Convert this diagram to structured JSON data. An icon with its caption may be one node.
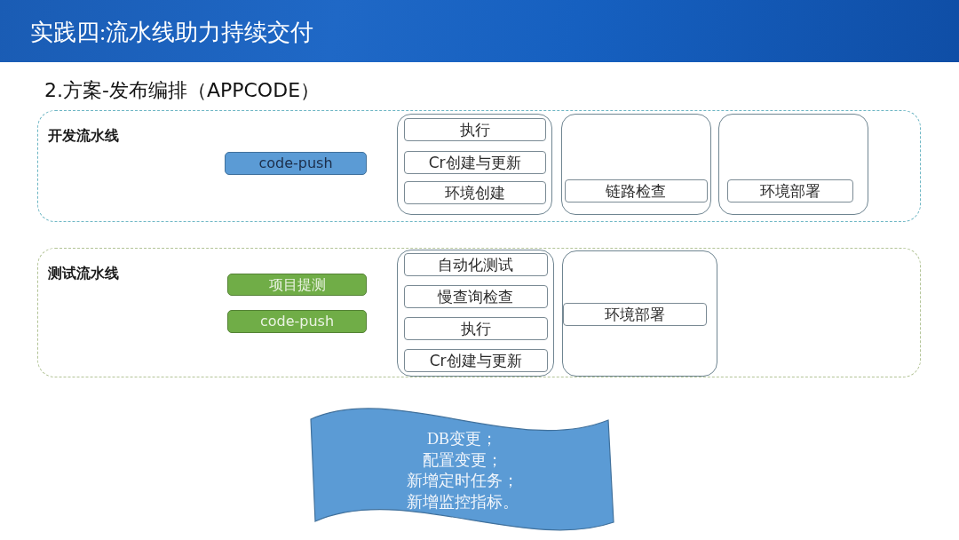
{
  "diagram": {
    "title": "实践四:流水线助力持续交付",
    "nodes": [
      {
        "text": [
          "开发流水线"
        ]
      },
      {
        "text": [
          "code-push"
        ],
        "in": 0
      },
      {
        "text": [],
        "shape": "box",
        "in": 0
      },
      {
        "text": [
          "执行"
        ],
        "in": 2
      },
      {
        "text": [
          "Cr创建与更新"
        ],
        "in": 2
      },
      {
        "text": [
          "环境创建"
        ],
        "in": 2
      },
      {
        "text": [],
        "shape": "box",
        "in": 0
      },
      {
        "text": [
          "链路检查"
        ],
        "in": 6
      },
      {
        "text": [],
        "shape": "box",
        "in": 0
      },
      {
        "text": [
          "环境部署"
        ],
        "in": 8
      },
      {
        "text": [
          "测试流水线"
        ]
      },
      {
        "text": [
          "项目提测"
        ],
        "in": 10
      },
      {
        "text": [
          "code-push"
        ],
        "in": 10
      },
      {
        "text": [],
        "shape": "box",
        "in": 10
      },
      {
        "text": [
          "自动化测试"
        ],
        "in": 13
      },
      {
        "text": [
          "慢查询检查"
        ],
        "in": 13
      },
      {
        "text": [
          "执行"
        ],
        "in": 13
      },
      {
        "text": [
          "Cr创建与更新"
        ],
        "in": 13
      },
      {
        "text": [],
        "shape": "box",
        "in": 10
      },
      {
        "text": [
          "环境部署"
        ],
        "in": 18
      },
      {
        "text": [
          "DB变更；配置变更；新增定时任务；新增监控指标。"
        ]
      }
    ],
    "labels": [
      "2.方案-发布编排（APPCODE）"
    ]
  }
}
